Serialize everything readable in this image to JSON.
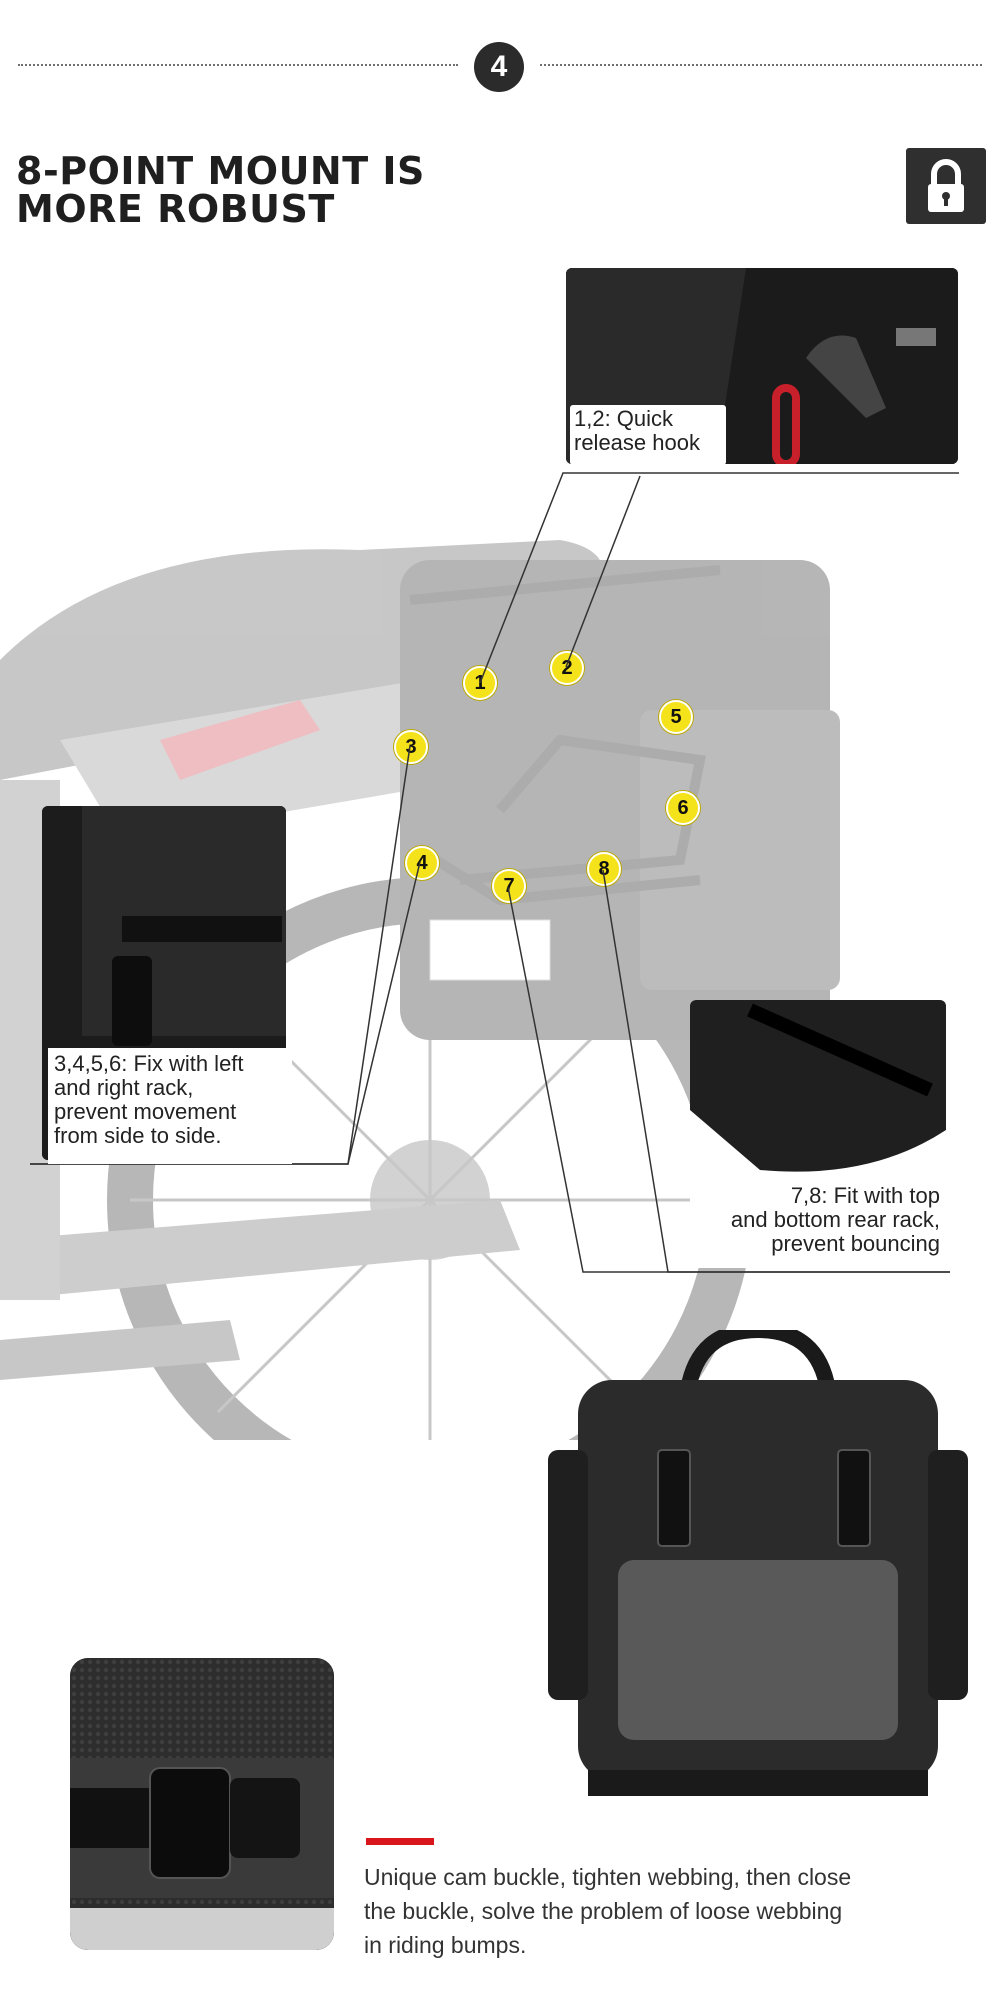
{
  "step_number": "4",
  "heading": {
    "line1": "8-POINT MOUNT IS",
    "line2": "MORE ROBUST"
  },
  "icons": {
    "header_icon": "lock-icon"
  },
  "mount_points": [
    "1",
    "2",
    "3",
    "4",
    "5",
    "6",
    "7",
    "8"
  ],
  "callouts": {
    "quick_release": {
      "line1": "1,2: Quick",
      "line2": "release hook"
    },
    "side_rack": {
      "line1": "3,4,5,6: Fix with left",
      "line2": "and right rack,",
      "line3": "prevent movement",
      "line4": "from side to side."
    },
    "top_bottom": {
      "line1": "7,8: Fit with top",
      "line2": "and bottom rear rack,",
      "line3": "prevent bouncing"
    }
  },
  "buckle_description": {
    "line1": "Unique cam buckle, tighten webbing, then close",
    "line2": "the buckle, solve the problem of loose webbing",
    "line3": "in riding bumps."
  },
  "colors": {
    "marker": "#f4e21a",
    "accent_red": "#d9161c",
    "dark": "#2b2b2b"
  }
}
